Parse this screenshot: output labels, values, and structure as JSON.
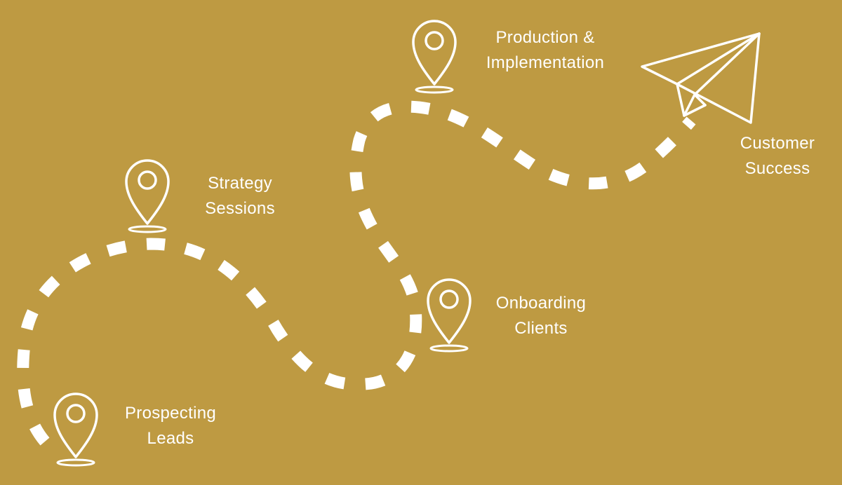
{
  "colors": {
    "background": "#BE9A42",
    "foreground": "#FFFFFF"
  },
  "stages": [
    {
      "id": "prospecting-leads",
      "line1": "Prospecting",
      "line2": "Leads",
      "icon": "map-pin-icon"
    },
    {
      "id": "strategy-sessions",
      "line1": "Strategy",
      "line2": "Sessions",
      "icon": "map-pin-icon"
    },
    {
      "id": "onboarding-clients",
      "line1": "Onboarding",
      "line2": "Clients",
      "icon": "map-pin-icon"
    },
    {
      "id": "production-implementation",
      "line1": "Production &",
      "line2": "Implementation",
      "icon": "map-pin-icon"
    },
    {
      "id": "customer-success",
      "line1": "Customer",
      "line2": "Success",
      "icon": "paper-plane-icon"
    }
  ]
}
